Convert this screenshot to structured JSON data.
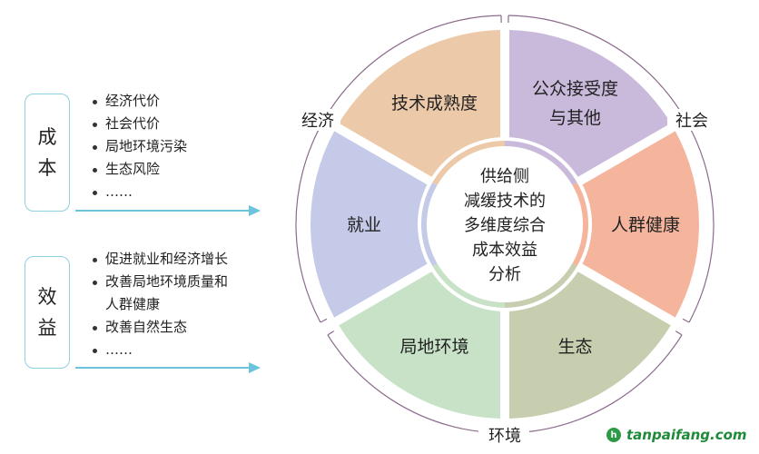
{
  "left": {
    "cost": {
      "label_chars": [
        "成",
        "本"
      ],
      "items": [
        "经济代价",
        "社会代价",
        "局地环境污染",
        "生态风险",
        "……"
      ]
    },
    "benefit": {
      "label_chars": [
        "效",
        "益"
      ],
      "items": [
        "促进就业和经济增长",
        "改善局地环境质量和",
        "人群健康",
        "改善自然生态",
        "……"
      ]
    }
  },
  "wheel": {
    "center_lines": [
      "供给侧",
      "减缓技术的",
      "多维度综合",
      "成本效益",
      "分析"
    ],
    "segments": [
      {
        "lines": [
          "公众接受度",
          "与其他"
        ],
        "color": "#c9b9db"
      },
      {
        "lines": [
          "人群健康"
        ],
        "color": "#f5b59d"
      },
      {
        "lines": [
          "生态"
        ],
        "color": "#c7ceb0"
      },
      {
        "lines": [
          "局地环境"
        ],
        "color": "#c7e2c6"
      },
      {
        "lines": [
          "就业"
        ],
        "color": "#c4cae8"
      },
      {
        "lines": [
          "技术成熟度"
        ],
        "color": "#ecc9a8"
      }
    ],
    "groups": {
      "economy": "经济",
      "society": "社会",
      "environment": "环境"
    },
    "ring_color": "#8b6b8b"
  },
  "watermark": "tanpaifang.com"
}
